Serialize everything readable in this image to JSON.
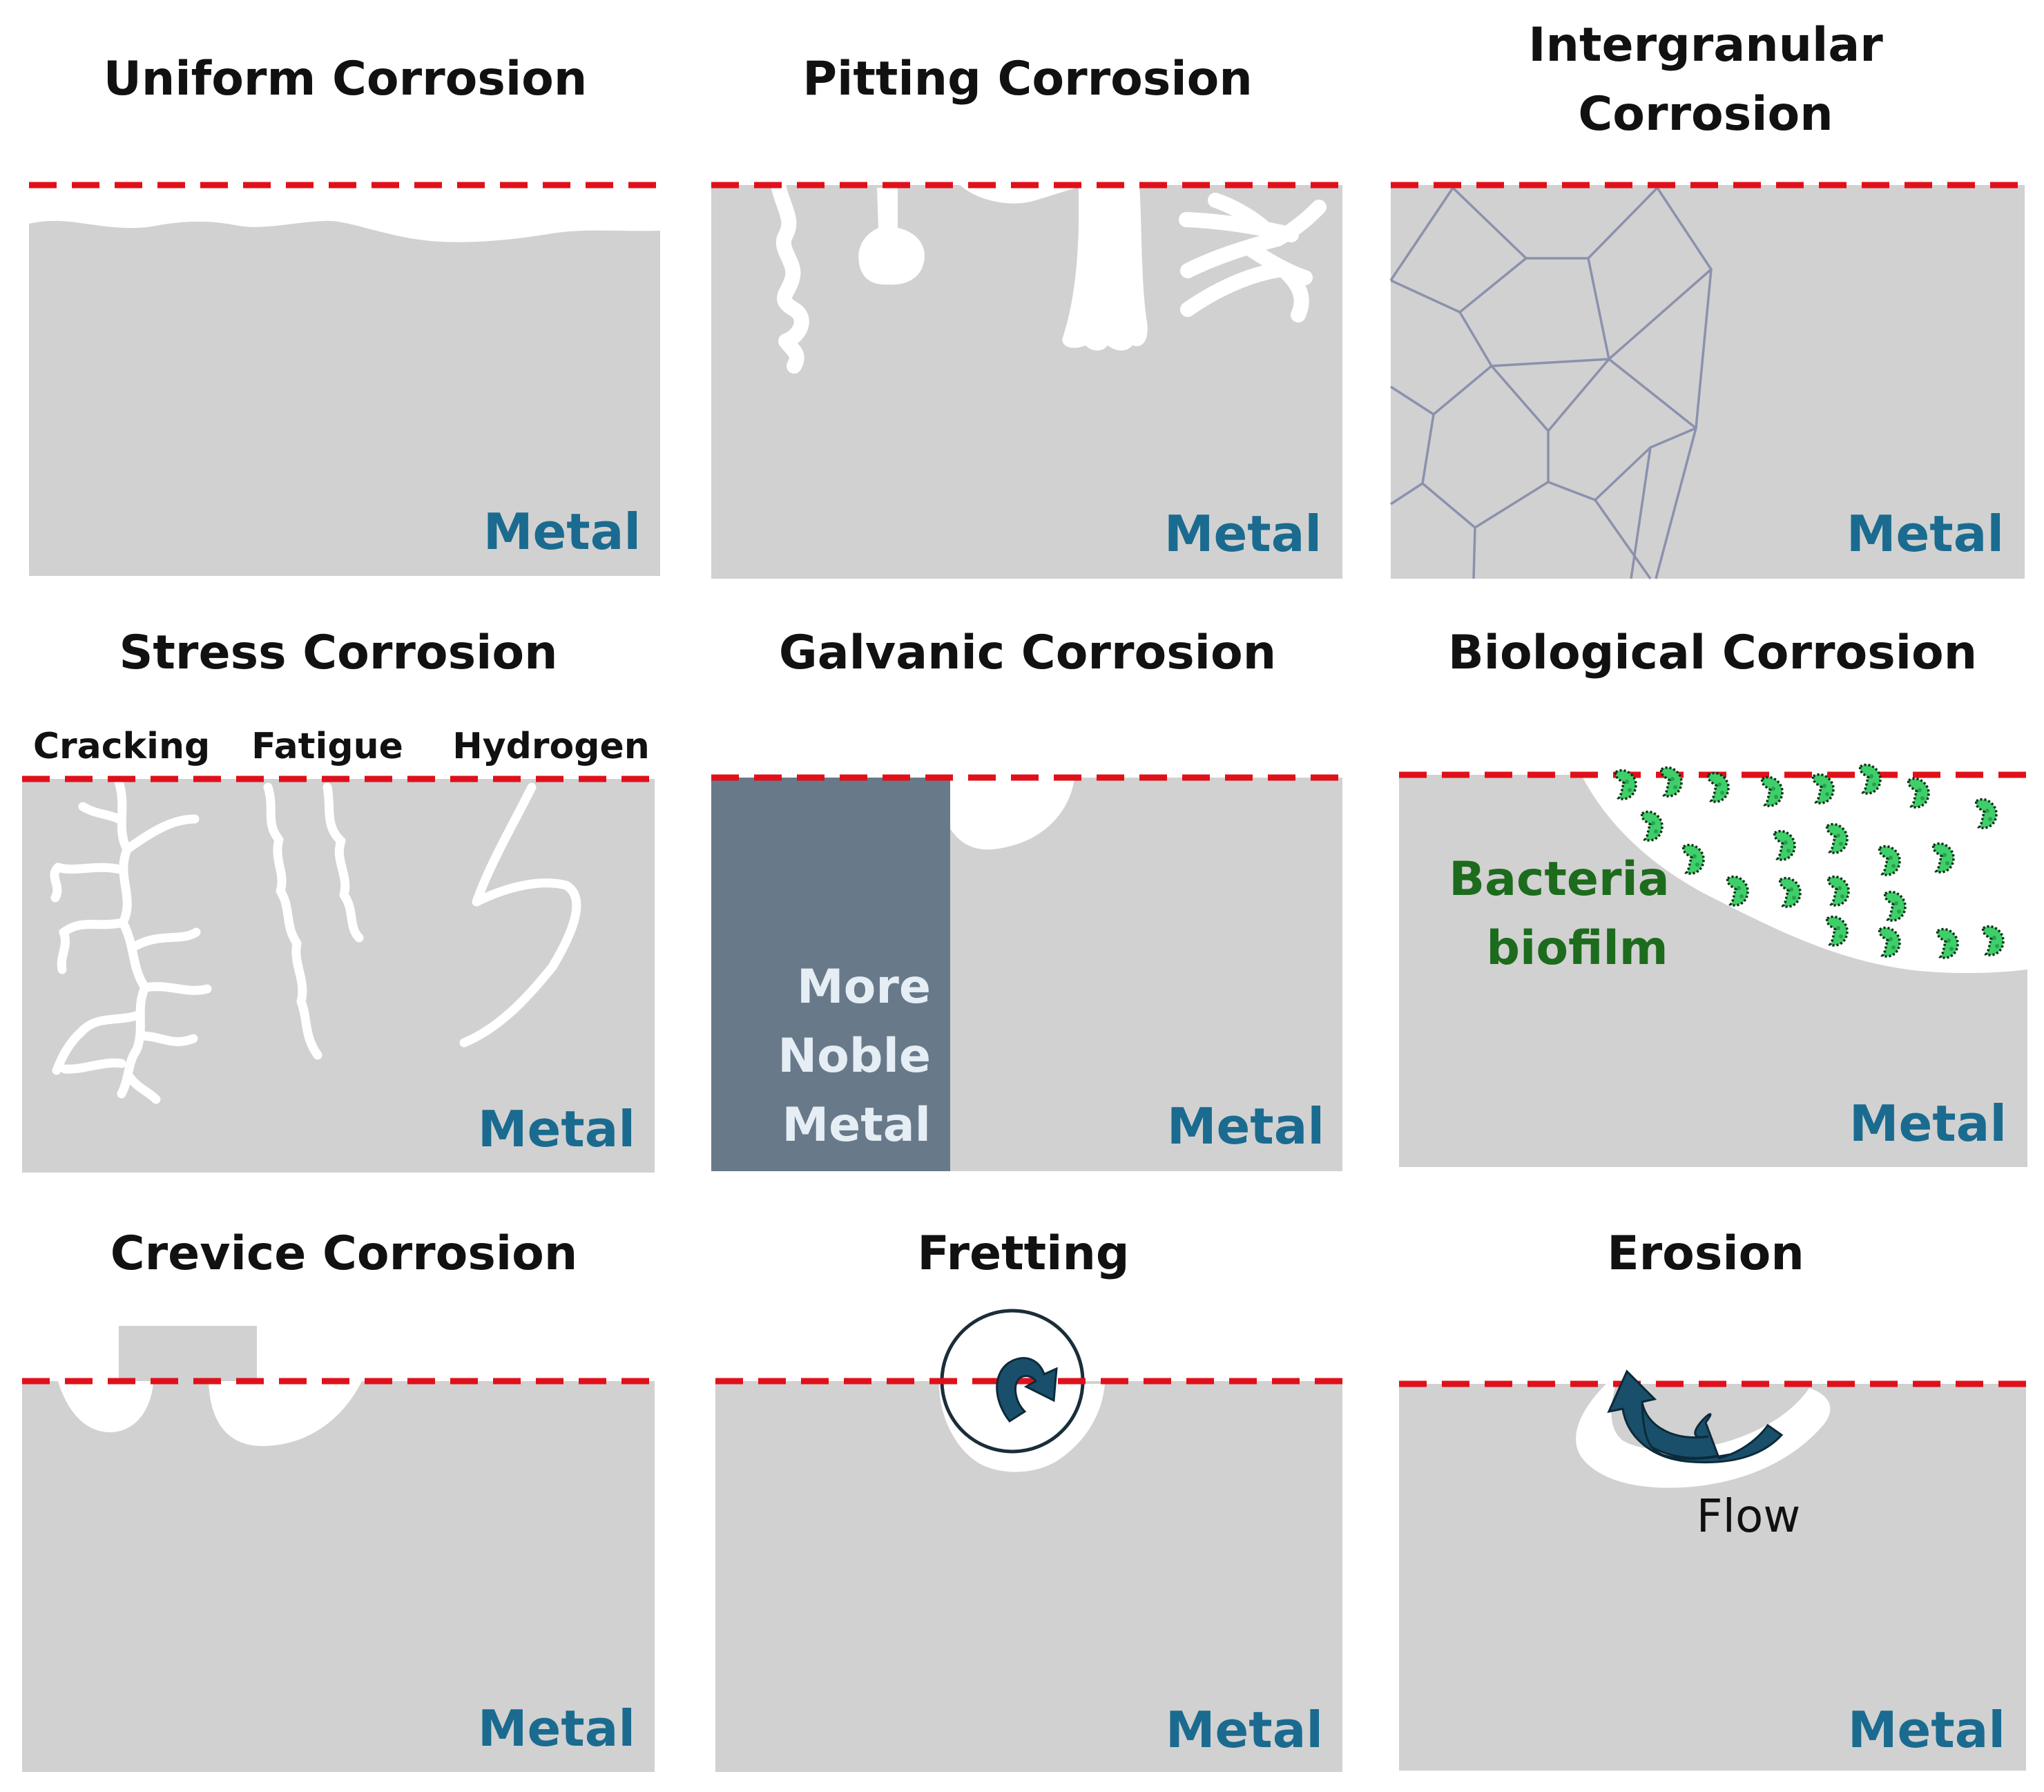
{
  "colors": {
    "metal_fill": "#d1d1d1",
    "surface_line": "#e0101a",
    "metal_label": "#1a6b8f",
    "noble_metal_fill": "#687a8a",
    "noble_label": "#e6eef5",
    "grain_lines": "#8b91ad",
    "bacteria_fill": "#3fcf6a",
    "bacteria_label": "#1d6b1d",
    "arrow_fill": "#1a4f6b"
  },
  "panels": [
    {
      "id": "uniform",
      "title_lines": [
        "Uniform Corrosion"
      ],
      "metal_label": "Metal"
    },
    {
      "id": "pitting",
      "title_lines": [
        "Pitting Corrosion"
      ],
      "metal_label": "Metal"
    },
    {
      "id": "intergranular",
      "title_lines": [
        "Intergranular",
        "Corrosion"
      ],
      "metal_label": "Metal"
    },
    {
      "id": "stress",
      "title_lines": [
        "Stress Corrosion"
      ],
      "metal_label": "Metal",
      "sublabels": [
        "Cracking",
        "Fatigue",
        "Hydrogen"
      ]
    },
    {
      "id": "galvanic",
      "title_lines": [
        "Galvanic Corrosion"
      ],
      "metal_label": "Metal",
      "noble_lines": [
        "More",
        "Noble",
        "Metal"
      ]
    },
    {
      "id": "biological",
      "title_lines": [
        "Biological Corrosion"
      ],
      "metal_label": "Metal",
      "bacteria_lines": [
        "Bacteria",
        "biofilm"
      ]
    },
    {
      "id": "crevice",
      "title_lines": [
        "Crevice Corrosion"
      ],
      "metal_label": "Metal"
    },
    {
      "id": "fretting",
      "title_lines": [
        "Fretting"
      ],
      "metal_label": "Metal"
    },
    {
      "id": "erosion",
      "title_lines": [
        "Erosion"
      ],
      "metal_label": "Metal",
      "flow_label": "Flow"
    }
  ]
}
